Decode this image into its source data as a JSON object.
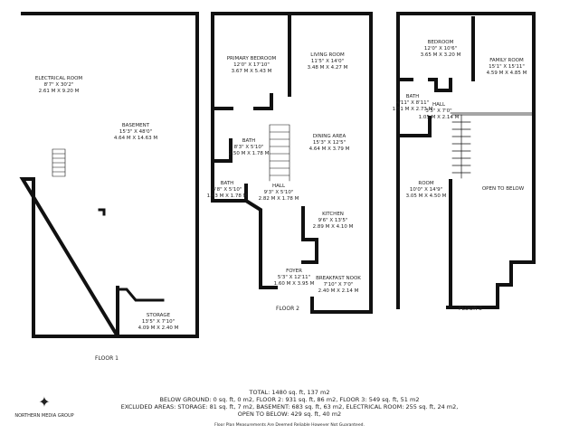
{
  "floors": [
    {
      "name": "FLOOR 1",
      "rooms": [
        {
          "name": "ELECTRICAL ROOM",
          "imperial": "8'7\" X 30'2\"",
          "metric": "2.61 M X 9.20 M"
        },
        {
          "name": "BASEMENT",
          "imperial": "15'3\" X 48'0\"",
          "metric": "4.64 M X 14.63 M"
        },
        {
          "name": "STORAGE",
          "imperial": "13'5\" X 7'10\"",
          "metric": "4.09 M X 2.40 M"
        }
      ]
    },
    {
      "name": "FLOOR 2",
      "rooms": [
        {
          "name": "PRIMARY BEDROOM",
          "imperial": "12'0\" X 17'10\"",
          "metric": "3.67 M X 5.43 M"
        },
        {
          "name": "LIVING ROOM",
          "imperial": "11'5\" X 14'0\"",
          "metric": "3.48 M X 4.27 M"
        },
        {
          "name": "BATH",
          "imperial": "8'3\" X 5'10\"",
          "metric": "2.50 M X 1.78 M"
        },
        {
          "name": "DINING AREA",
          "imperial": "15'3\" X 12'5\"",
          "metric": "4.64 M X 3.79 M"
        },
        {
          "name": "BATH",
          "imperial": "4'8\" X 5'10\"",
          "metric": "1.43 M X 1.78 M"
        },
        {
          "name": "HALL",
          "imperial": "9'3\" X 5'10\"",
          "metric": "2.82 M X 1.78 M"
        },
        {
          "name": "KITCHEN",
          "imperial": "9'6\" X 13'5\"",
          "metric": "2.89 M X 4.10 M"
        },
        {
          "name": "FOYER",
          "imperial": "5'3\" X 12'11\"",
          "metric": "1.60 M X 3.95 M"
        },
        {
          "name": "BREAKFAST NOOK",
          "imperial": "7'10\" X 7'0\"",
          "metric": "2.40 M X 2.14 M"
        }
      ]
    },
    {
      "name": "FLOOR 3",
      "rooms": [
        {
          "name": "BEDROOM",
          "imperial": "12'0\" X 10'6\"",
          "metric": "3.65 M X 3.20 M"
        },
        {
          "name": "FAMILY ROOM",
          "imperial": "15'1\" X 15'11\"",
          "metric": "4.59 M X 4.85 M"
        },
        {
          "name": "BATH",
          "imperial": "4'11\" X 8'11\"",
          "metric": "1.51 M X 2.73 M"
        },
        {
          "name": "HALL",
          "imperial": "3'5\" X 7'0\"",
          "metric": "1.05 M X 2.14 M"
        },
        {
          "name": "ROOM",
          "imperial": "10'0\" X 14'9\"",
          "metric": "3.05 M X 4.50 M"
        },
        {
          "name": "OPEN TO BELOW",
          "imperial": "",
          "metric": ""
        }
      ]
    }
  ],
  "summary": {
    "total": "TOTAL: 1480 sq. ft, 137 m2",
    "line2": "BELOW GROUND: 0 sq. ft, 0 m2, FLOOR 2: 931 sq. ft, 86 m2, FLOOR 3: 549 sq. ft, 51 m2",
    "line3": "EXCLUDED AREAS: STORAGE: 81 sq. ft, 7 m2, BASEMENT: 683 sq. ft, 63 m2, ELECTRICAL ROOM: 255 sq. ft, 24 m2,",
    "line4": "OPEN TO BELOW: 429 sq. ft, 40 m2",
    "disclaimer": "Floor Plan Measurements Are Deemed Reliable However Not Guaranteed."
  },
  "logo": {
    "text": "NORTHERN MEDIA GROUP",
    "icon": "compass-rose-icon"
  }
}
